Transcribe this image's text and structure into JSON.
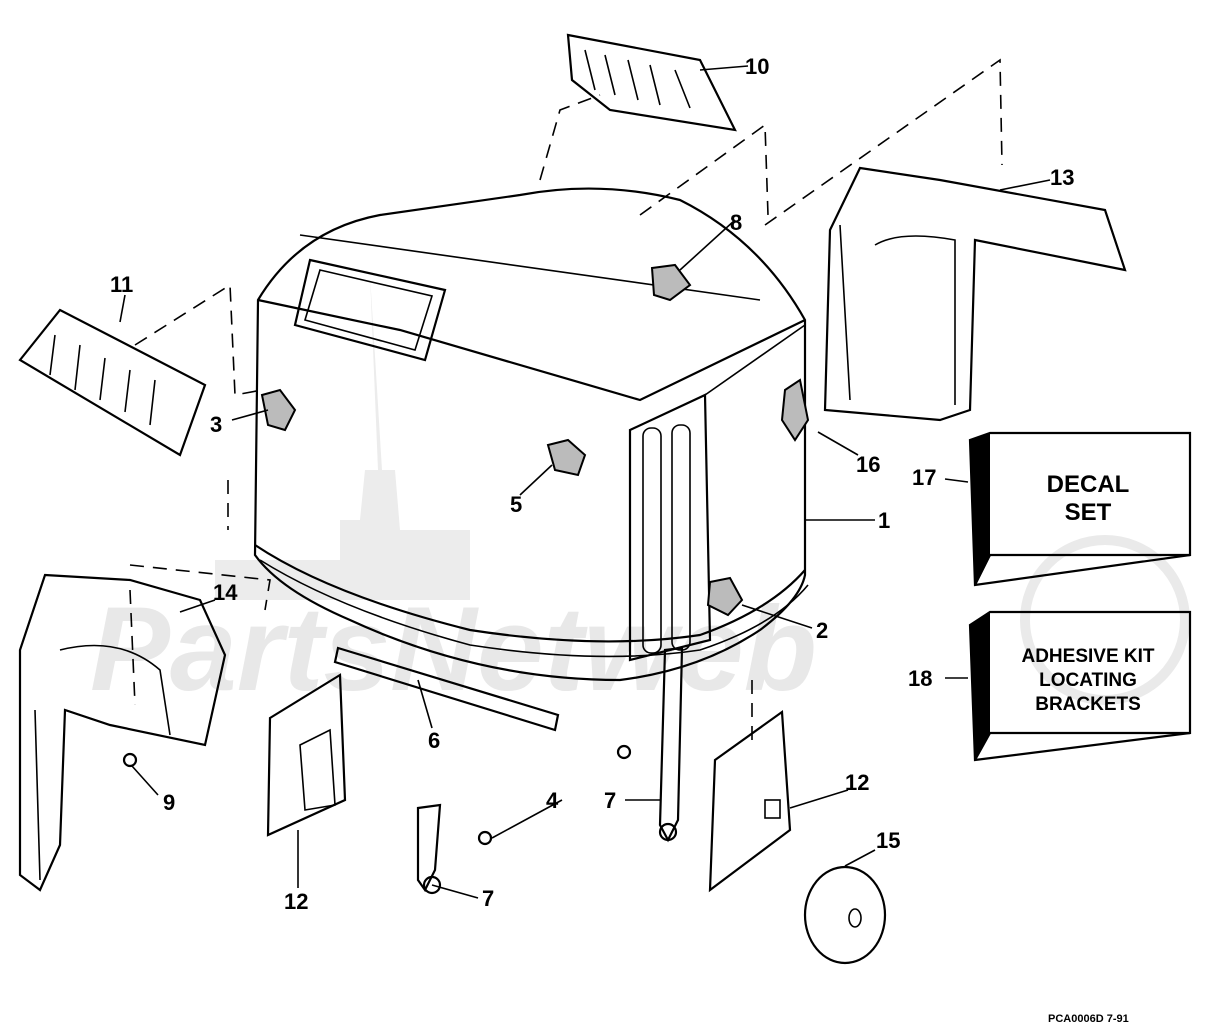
{
  "diagram": {
    "callouts": [
      {
        "id": "c1",
        "text": "1"
      },
      {
        "id": "c2",
        "text": "2"
      },
      {
        "id": "c3",
        "text": "3"
      },
      {
        "id": "c4",
        "text": "4"
      },
      {
        "id": "c5",
        "text": "5"
      },
      {
        "id": "c6",
        "text": "6"
      },
      {
        "id": "c7a",
        "text": "7"
      },
      {
        "id": "c7b",
        "text": "7"
      },
      {
        "id": "c8",
        "text": "8"
      },
      {
        "id": "c9",
        "text": "9"
      },
      {
        "id": "c10",
        "text": "10"
      },
      {
        "id": "c11",
        "text": "11"
      },
      {
        "id": "c12a",
        "text": "12"
      },
      {
        "id": "c12b",
        "text": "12"
      },
      {
        "id": "c13",
        "text": "13"
      },
      {
        "id": "c14",
        "text": "14"
      },
      {
        "id": "c15",
        "text": "15"
      },
      {
        "id": "c16",
        "text": "16"
      },
      {
        "id": "c17",
        "text": "17"
      },
      {
        "id": "c18",
        "text": "18"
      }
    ],
    "boxes": {
      "decal_set": [
        "DECAL",
        "SET"
      ],
      "adhesive_kit": [
        "ADHESIVE KIT",
        "LOCATING",
        "BRACKETS"
      ]
    },
    "watermark": "PartsNetweb",
    "footer_code": "PCA0006D  7-91"
  }
}
